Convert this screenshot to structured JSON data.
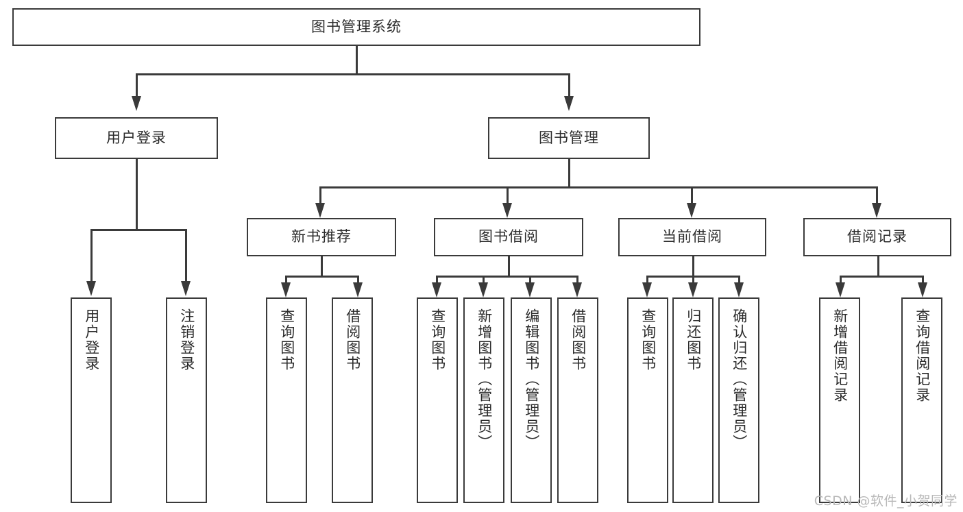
{
  "diagram": {
    "type": "tree",
    "title": "图书管理系统",
    "colors": {
      "background": "#ffffff",
      "stroke": "#3a3a3a",
      "text": "#2b2b2b",
      "watermark": "#b8b8b8"
    },
    "root": {
      "label": "图书管理系统"
    },
    "level2": [
      {
        "label": "用户登录"
      },
      {
        "label": "图书管理"
      }
    ],
    "level3": [
      {
        "label": "新书推荐"
      },
      {
        "label": "图书借阅"
      },
      {
        "label": "当前借阅"
      },
      {
        "label": "借阅记录"
      }
    ],
    "leaves": {
      "user_login": [
        {
          "label": "用户登录"
        },
        {
          "label": "注销登录"
        }
      ],
      "new_book_recommend": [
        {
          "label": "查询图书"
        },
        {
          "label": "借阅图书"
        }
      ],
      "book_borrow": [
        {
          "label": "查询图书"
        },
        {
          "label": "新增图书（管理员）"
        },
        {
          "label": "编辑图书（管理员）"
        },
        {
          "label": "借阅图书"
        }
      ],
      "current_borrow": [
        {
          "label": "查询图书"
        },
        {
          "label": "归还图书"
        },
        {
          "label": "确认归还（管理员）"
        }
      ],
      "borrow_record": [
        {
          "label": "新增借阅记录"
        },
        {
          "label": "查询借阅记录"
        }
      ]
    }
  },
  "watermark": {
    "text": "CSDN @软件_小贺同学"
  }
}
